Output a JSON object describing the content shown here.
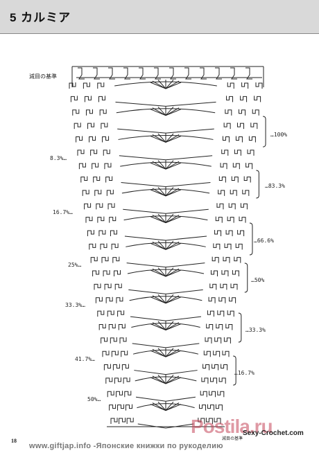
{
  "header": {
    "title": "5 カルミア"
  },
  "diagram": {
    "base_label_top": "減目の基準",
    "base_label_bottom": "減目の基準",
    "left_labels": [
      "8.3%…",
      "16.7%…",
      "25%…",
      "33.3%…",
      "41.7%…",
      "50%…"
    ],
    "right_labels": [
      "…100%",
      "…83.3%",
      "…66.6%",
      "…50%",
      "…33.3%",
      "…16.7%"
    ],
    "rows": 26
  },
  "footer": {
    "page_number": "18",
    "site_text": "www.giftjap.info -Японские книжки по рукоделию",
    "credit": "Sexy-Crochet.com",
    "watermark": "Postila.ru"
  }
}
